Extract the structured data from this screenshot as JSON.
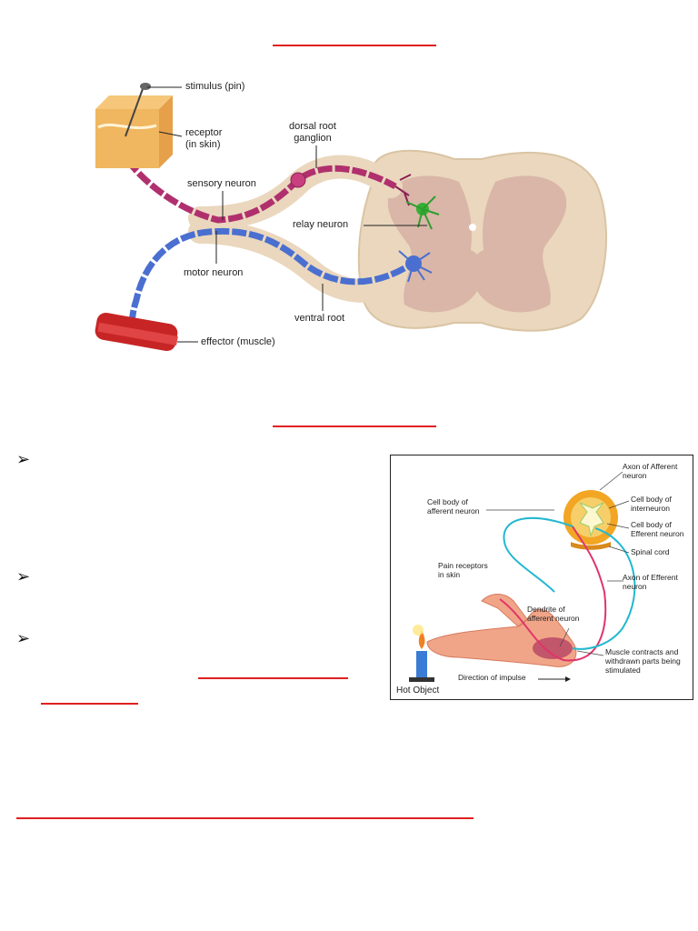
{
  "figure1": {
    "labels": {
      "stimulus": "stimulus (pin)",
      "receptor": "receptor\n(in skin)",
      "dorsal_root_ganglion": "dorsal root\nganglion",
      "sensory_neuron": "sensory neuron",
      "relay_neuron": "relay neuron",
      "motor_neuron": "motor neuron",
      "ventral_root": "ventral root",
      "effector": "effector (muscle)"
    }
  },
  "figure2": {
    "labels": {
      "axon_afferent": "Axon of Afferent\nneuron",
      "cell_body_afferent": "Cell body of\nafferent neuron",
      "cell_body_interneuron": "Cell body of\ninterneuron",
      "cell_body_efferent": "Cell body of\nEfferent neuron",
      "spinal_cord": "Spinal cord",
      "pain_receptors": "Pain receptors\nin skin",
      "axon_efferent": "Axon of Efferent\nneuron",
      "dendrite_afferent": "Dendrite of\nafferent neuron",
      "muscle_contracts": "Muscle contracts and\nwithdrawn parts being\nstimulated",
      "direction_impulse": "Direction of impulse",
      "hot_object": "Hot Object"
    }
  },
  "bullets": [
    "➢",
    "➢",
    "➢"
  ],
  "colors": {
    "rule": "#e02020",
    "sensory": "#b0306e",
    "motor": "#4a6fd0",
    "relay": "#2e9e2e",
    "cord": "#e9d8bf"
  }
}
